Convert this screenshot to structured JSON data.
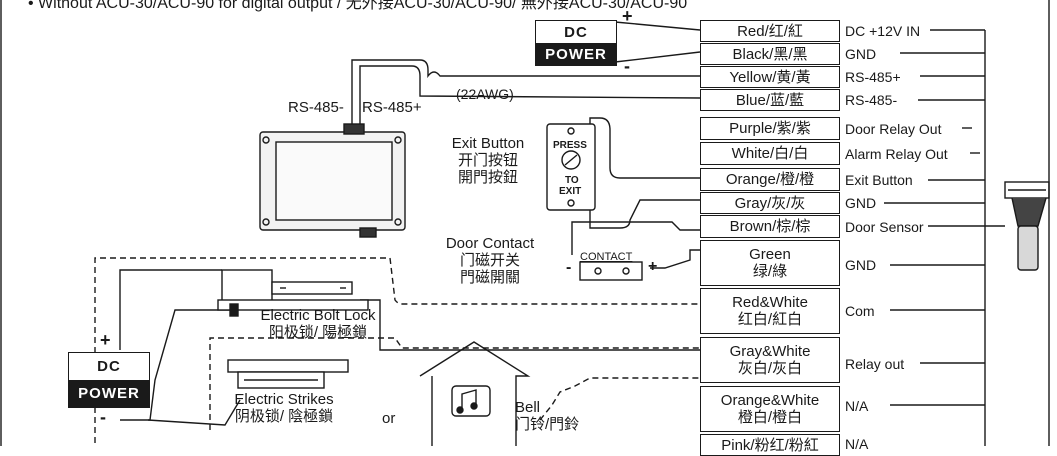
{
  "note": "• Without ACU-30/ACU-90 for digital output / 无外接ACU-30/ACU-90/ 無外接ACU-30/ACU-90",
  "dc_top": {
    "label": "DC",
    "label2": "POWER",
    "plus": "+",
    "minus": "-"
  },
  "dc_bottom": {
    "label": "DC",
    "label2": "POWER",
    "plus": "+",
    "minus": "-"
  },
  "wire_gauge": "(22AWG)",
  "rs485_minus": "RS-485-",
  "rs485_plus": "RS-485+",
  "exit_button": {
    "label": "Exit Button\n开门按钮\n開門按鈕",
    "press": "PRESS",
    "to": "TO",
    "exit": "EXIT"
  },
  "door_contact": {
    "label": "Door Contact\n门磁开关\n門磁開關",
    "badge": "CONTACT",
    "minus": "-",
    "plus": "+"
  },
  "bolt_lock": "Electric Bolt Lock\n阳极锁/ 陽極鎖",
  "strikes": "Electric Strikes\n阴极锁/ 陰極鎖",
  "or_label": "or",
  "bell": "Bell\n门铃/門鈴",
  "wires": [
    {
      "color": "Red/红/紅",
      "func": "DC +12V IN"
    },
    {
      "color": "Black/黑/黑",
      "func": "GND"
    },
    {
      "color": "Yellow/黄/黃",
      "func": "RS-485+"
    },
    {
      "color": "Blue/蓝/藍",
      "func": "RS-485-"
    },
    {
      "color": "Purple/紫/紫",
      "func": "Door Relay Out"
    },
    {
      "color": "White/白/白",
      "func": "Alarm Relay Out"
    },
    {
      "color": "Orange/橙/橙",
      "func": "Exit Button"
    },
    {
      "color": "Gray/灰/灰",
      "func": "GND"
    },
    {
      "color": "Brown/棕/棕",
      "func": "Door Sensor"
    },
    {
      "color": "Green\n绿/綠",
      "func": "GND"
    },
    {
      "color": "Red&White\n红白/紅白",
      "func": "Com"
    },
    {
      "color": "Gray&White\n灰白/灰白",
      "func": "Relay out"
    },
    {
      "color": "Orange&White\n橙白/橙白",
      "func": "N/A"
    },
    {
      "color": "Pink/粉红/粉紅",
      "func": "N/A"
    }
  ]
}
